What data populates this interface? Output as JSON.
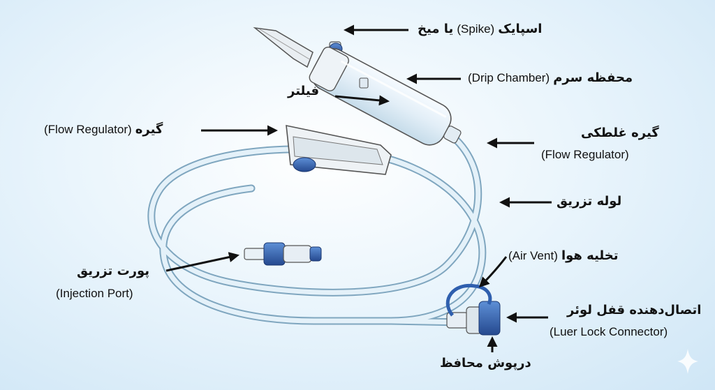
{
  "labels": {
    "spike": {
      "fa": "اسپایک",
      "en": "(Spike)",
      "fa2": "یا میخ"
    },
    "drip_chamber": {
      "fa": "محفظه سرم",
      "en": "(Drip Chamber)"
    },
    "filter": {
      "fa": "فیلتر"
    },
    "flow_regulator_left": {
      "fa": "گیره",
      "en": "(Flow Regulator)"
    },
    "roller_clamp": {
      "fa": "گیره غلطکی",
      "en": "(Flow Regulator)"
    },
    "tubing": {
      "fa": "لوله تزریق"
    },
    "air_vent": {
      "fa": "تخلیه هوا",
      "en": "(Air Vent)"
    },
    "injection_port": {
      "fa": "پورت تزریق",
      "en": "(Injection Port)"
    },
    "luer_lock": {
      "fa": "اتصال‌دهنده قفل لوئر",
      "en": "(Luer Lock Connector)"
    },
    "protective_cap": {
      "fa": "درپوش محافظ"
    }
  },
  "colors": {
    "background_center": "#ffffff",
    "background_edge": "#cfe6f6",
    "tube": "#dcebf4",
    "tube_outline": "#8fb3c9",
    "blue_part": "#2f5fae",
    "arrow": "#111111"
  },
  "icons": [
    "sparkle-icon"
  ]
}
